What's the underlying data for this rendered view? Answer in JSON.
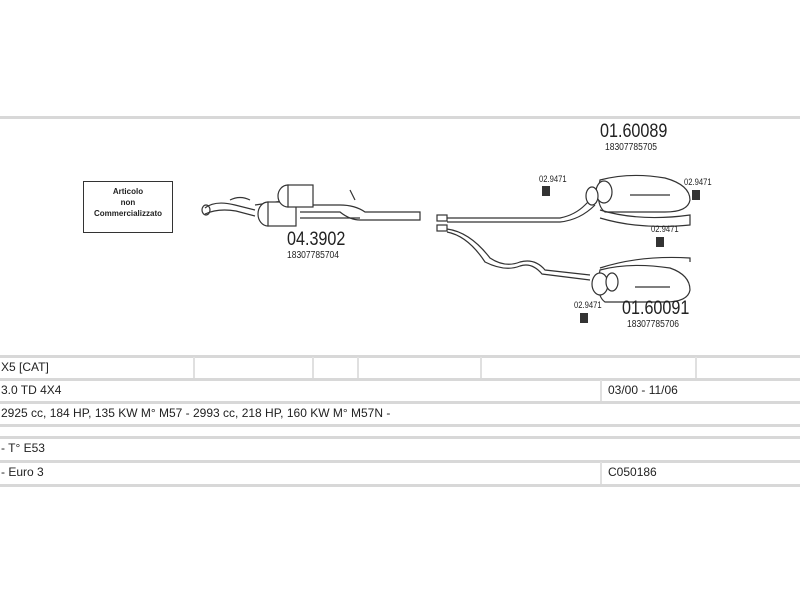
{
  "diagram": {
    "note": [
      "Articolo",
      "non",
      "Commercializzato"
    ],
    "parts": [
      {
        "code": "04.3902",
        "oe": "18307785704"
      },
      {
        "code": "01.60089",
        "oe": "18307785705"
      },
      {
        "code": "01.60091",
        "oe": "18307785706"
      }
    ],
    "mount_code": "02.9471"
  },
  "table": {
    "model": "X5  [CAT]",
    "version": "3.0 TD 4X4",
    "period": "03/00 - 11/06",
    "engines": "2925 cc, 184 HP, 135 KW M° M57 - 2993 cc, 218 HP, 160 KW M° M57N -",
    "type": "- T° E53",
    "emission": "- Euro 3",
    "code": "C050186"
  }
}
